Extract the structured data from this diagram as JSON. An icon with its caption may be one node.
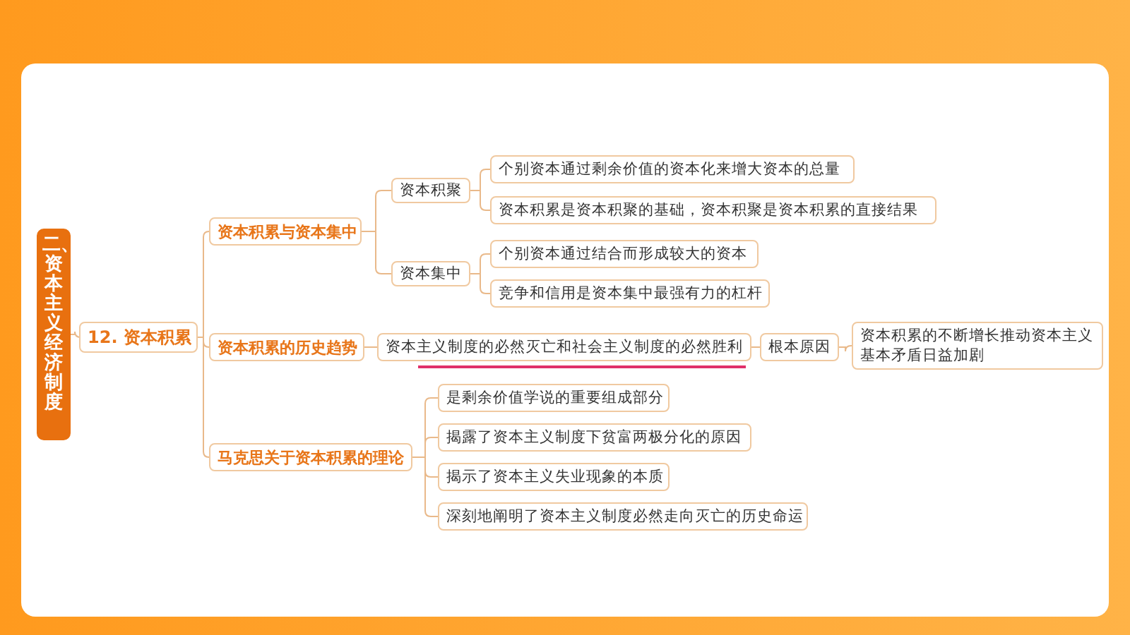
{
  "diagram": {
    "nodes": [
      {
        "text": [
          "二、资本主义经济制度"
        ]
      },
      {
        "text": [
          "12. 资本积累"
        ]
      },
      {
        "text": [
          "资本积累与资本集中"
        ]
      },
      {
        "text": [
          "资本积聚"
        ]
      },
      {
        "text": [
          "个别资本通过剩余价值的资本化来增大资本的总量"
        ]
      },
      {
        "text": [
          "资本积累是资本积聚的基础，资本积聚是资本积累的直接结果"
        ]
      },
      {
        "text": [
          "资本集中"
        ]
      },
      {
        "text": [
          "个别资本通过结合而形成较大的资本"
        ]
      },
      {
        "text": [
          "竞争和信用是资本集中最强有力的杠杆"
        ]
      },
      {
        "text": [
          "资本积累的历史趋势"
        ]
      },
      {
        "text": [
          "资本主义制度的必然灭亡和社会主义制度的必然胜利"
        ]
      },
      {
        "text": [
          "根本原因"
        ]
      },
      {
        "text": [
          "资本积累的不断增长推动资本主义基本矛盾日益加剧"
        ]
      },
      {
        "text": [
          "马克思关于资本积累的理论"
        ]
      },
      {
        "text": [
          "是剩余价值学说的重要组成部分"
        ]
      },
      {
        "text": [
          "揭露了资本主义制度下贫富两极分化的原因"
        ]
      },
      {
        "text": [
          "揭示了资本主义失业现象的本质"
        ]
      },
      {
        "text": [
          "深刻地阐明了资本主义制度必然走向灭亡的历史命运"
        ]
      }
    ],
    "edges": [
      {
        "from": 0,
        "to": 1,
        "arrow": "none"
      },
      {
        "from": 1,
        "to": 2,
        "arrow": "none"
      },
      {
        "from": 1,
        "to": 9,
        "arrow": "none"
      },
      {
        "from": 1,
        "to": 13,
        "arrow": "none"
      },
      {
        "from": 2,
        "to": 3,
        "arrow": "none"
      },
      {
        "from": 2,
        "to": 6,
        "arrow": "none"
      },
      {
        "from": 3,
        "to": 4,
        "arrow": "none"
      },
      {
        "from": 3,
        "to": 5,
        "arrow": "none"
      },
      {
        "from": 6,
        "to": 7,
        "arrow": "none"
      },
      {
        "from": 6,
        "to": 8,
        "arrow": "none"
      },
      {
        "from": 9,
        "to": 10,
        "arrow": "none"
      },
      {
        "from": 10,
        "to": 11,
        "arrow": "none"
      },
      {
        "from": 11,
        "to": 12,
        "arrow": "none"
      },
      {
        "from": 13,
        "to": 14,
        "arrow": "none"
      },
      {
        "from": 13,
        "to": 15,
        "arrow": "none"
      },
      {
        "from": 13,
        "to": 16,
        "arrow": "none"
      },
      {
        "from": 13,
        "to": 17,
        "arrow": "none"
      }
    ]
  }
}
